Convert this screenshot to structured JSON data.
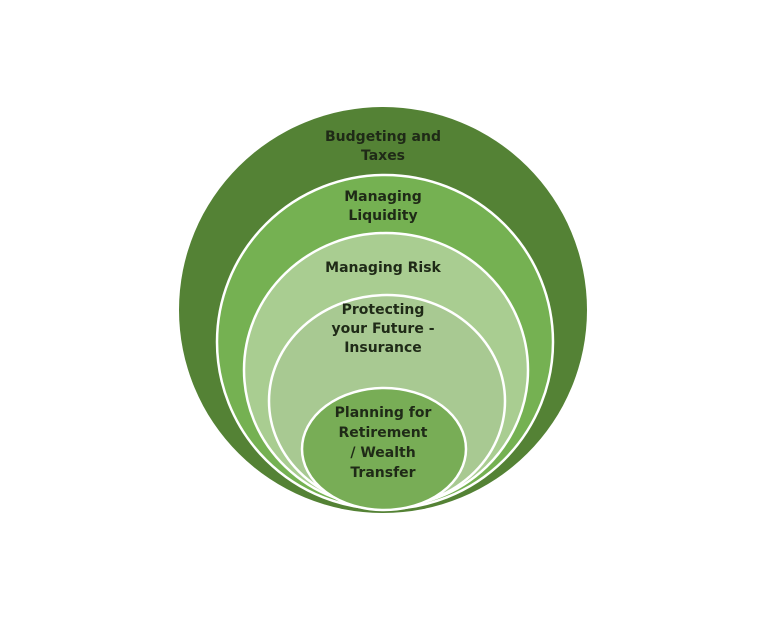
{
  "colors": {
    "outer": "#548235",
    "liquidity": "#75b152",
    "risk": "#a9cd91",
    "protecting": "#a8c992",
    "inner": "#78ad56",
    "stroke": "#ffffff"
  },
  "rings": [
    {
      "label": "Budgeting and\nTaxes"
    },
    {
      "label": "Managing\nLiquidity"
    },
    {
      "label": "Managing Risk"
    },
    {
      "label": "Protecting\nyour Future -\nInsurance"
    },
    {
      "label": "Planning for\nRetirement\n/ Wealth\nTransfer"
    }
  ]
}
